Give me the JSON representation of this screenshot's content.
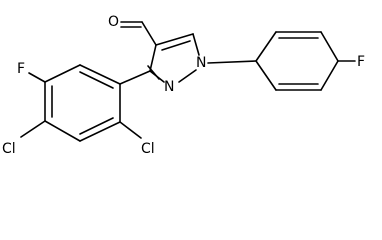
{
  "structure": {
    "atoms": {
      "aldehyde_o": "O",
      "n1": "N",
      "n2": "N",
      "f_phenyl": "F",
      "f_ring": "F",
      "cl_para": "Cl",
      "cl_ortho": "Cl"
    }
  }
}
